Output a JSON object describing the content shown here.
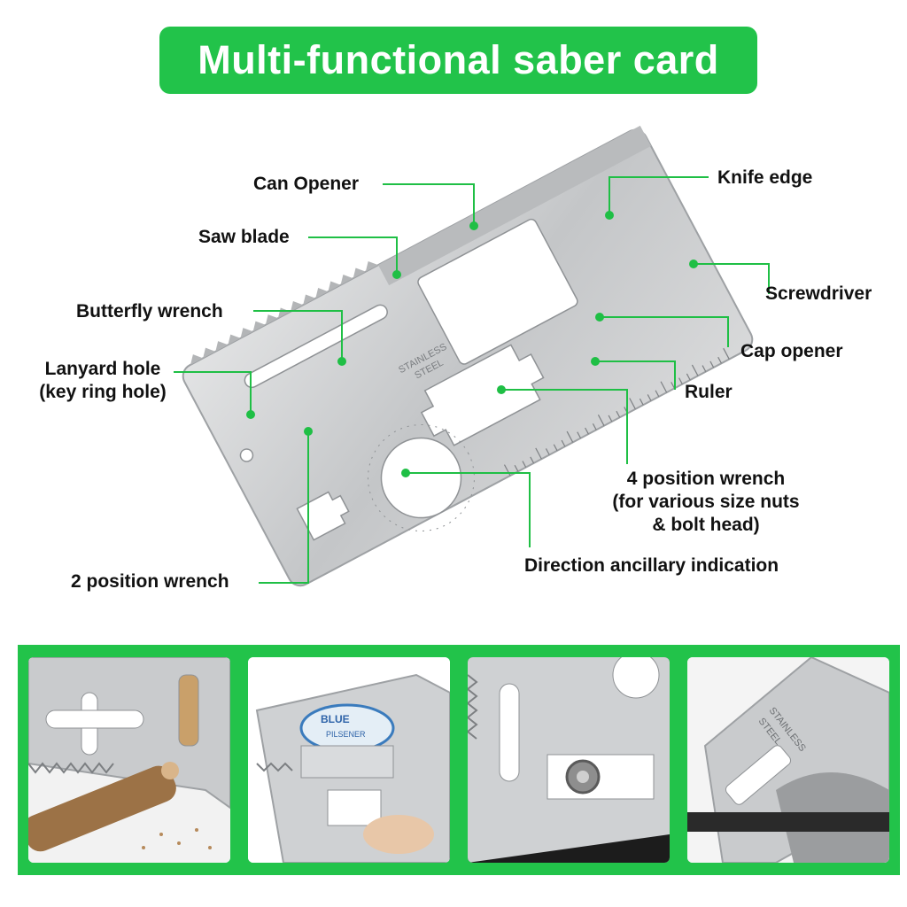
{
  "title": "Multi-functional saber card",
  "colors": {
    "accent": "#22c34a",
    "leader": "#1fbf45",
    "steel": "#c9cbcd",
    "steel_dark": "#9ea1a4"
  },
  "card": {
    "stamp_line1": "STAINLESS",
    "stamp_line2": "STEEL"
  },
  "callouts": {
    "can_opener": "Can Opener",
    "saw_blade": "Saw blade",
    "butterfly_wrench": "Butterfly wrench",
    "lanyard_hole_line1": "Lanyard hole",
    "lanyard_hole_line2": "(key ring hole)",
    "two_position_wrench": "2 position wrench",
    "knife_edge": "Knife edge",
    "screwdriver": "Screwdriver",
    "cap_opener": "Cap opener",
    "ruler": "Ruler",
    "four_position_wrench_line1": "4 position wrench",
    "four_position_wrench_line2": "(for various size nuts",
    "four_position_wrench_line3": "& bolt head)",
    "direction_indication": "Direction ancillary indication"
  },
  "photos": [
    {
      "subject": "sawing-wood"
    },
    {
      "subject": "opening-bottle-cap",
      "cap_text_line1": "BLUE",
      "cap_text_line2": "PILSENER"
    },
    {
      "subject": "tightening-nut"
    },
    {
      "subject": "prying-lid",
      "stamp_line1": "STAINLESS",
      "stamp_line2": "STEEL"
    }
  ]
}
